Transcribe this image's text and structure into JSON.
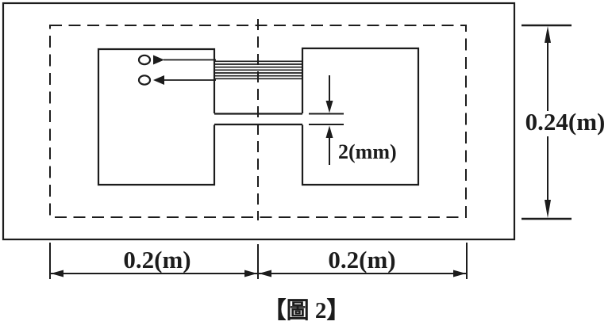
{
  "figure": {
    "caption": "【圖 2】",
    "labels": {
      "core_height": "0.24(m)",
      "left_width": "0.2(m)",
      "right_width": "0.2(m)",
      "air_gap": "2(mm)"
    },
    "colors": {
      "line": "#1c1c1c",
      "background": "#ffffff"
    }
  }
}
